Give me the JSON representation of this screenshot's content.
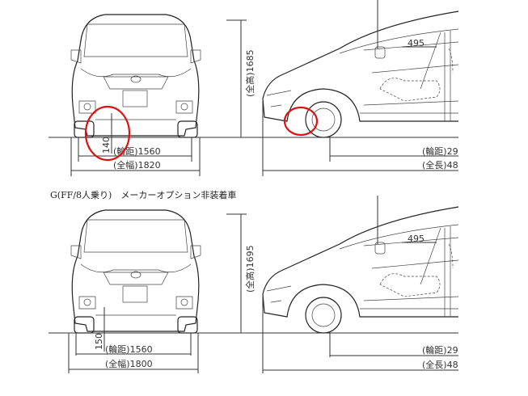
{
  "variant_a": {
    "front": {
      "ground_clearance": "140",
      "tread_label": "(輪距)1560",
      "width_label": "(全幅)1820",
      "height_label": "(全高)1685"
    },
    "side": {
      "dimension_495": "495",
      "wheelbase_label": "(輪距)29",
      "length_label": "(全長)48"
    }
  },
  "variant_b": {
    "title": "G(FF/8人乗り)　メーカーオプション非装着車",
    "front": {
      "ground_clearance": "150",
      "tread_label": "(輪距)1560",
      "width_label": "(全幅)1800",
      "height_label": "(全高)1695"
    },
    "side": {
      "dimension_495": "495",
      "wheelbase_label": "(輪距)29",
      "length_label": "(全長)48"
    }
  },
  "colors": {
    "annotation": "#dd1111",
    "line": "#333333"
  }
}
